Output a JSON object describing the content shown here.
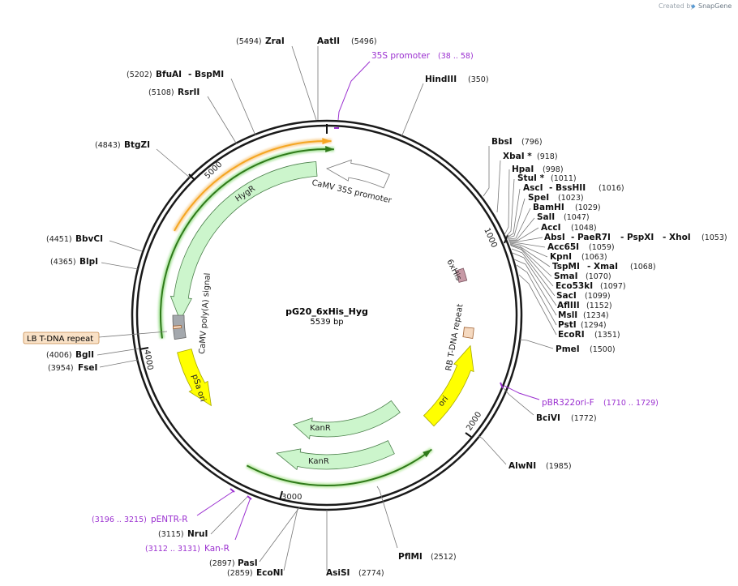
{
  "watermark": {
    "prefix": "Created by",
    "brand": "SnapGene"
  },
  "plasmid": {
    "name": "pG20_6xHis_Hyg",
    "length_label": "5539 bp",
    "length": 5539
  },
  "ticks": [
    "1000",
    "2000",
    "3000",
    "4000",
    "5000"
  ],
  "features": {
    "camv35s": "CaMV 35S promoter",
    "hygr": "HygR",
    "polya": "CaMV poly(A) signal",
    "psa": "pSa ori",
    "kanr1": "KanR",
    "kanr2": "KanR",
    "ori": "ori",
    "rb": "RB T-DNA repeat",
    "his": "6xHis",
    "lb": "LB T-DNA repeat"
  },
  "sites": [
    {
      "name": "ZraI",
      "pos": "(5494)"
    },
    {
      "name": "AatII",
      "pos": "(5496)"
    },
    {
      "name": "HindIII",
      "pos": "(350)"
    },
    {
      "name": "BfuAI",
      "name2": "BspMI",
      "pos": "(5202)"
    },
    {
      "name": "RsrII",
      "pos": "(5108)"
    },
    {
      "name": "BtgZI",
      "pos": "(4843)"
    },
    {
      "name": "BbsI",
      "pos": "(796)"
    },
    {
      "name": "XbaI *",
      "pos": "(918)"
    },
    {
      "name": "HpaI",
      "pos": "(998)"
    },
    {
      "name": "StuI *",
      "pos": "(1011)"
    },
    {
      "name": "AscI",
      "name2": "BssHII",
      "pos": "(1016)"
    },
    {
      "name": "SpeI",
      "pos": "(1023)"
    },
    {
      "name": "BamHI",
      "pos": "(1029)"
    },
    {
      "name": "SalI",
      "pos": "(1047)"
    },
    {
      "name": "AccI",
      "pos": "(1048)"
    },
    {
      "name": "AbsI",
      "name2": "PaeR7I",
      "name3": "PspXI",
      "name4": "XhoI",
      "pos": "(1053)"
    },
    {
      "name": "Acc65I",
      "pos": "(1059)"
    },
    {
      "name": "KpnI",
      "pos": "(1063)"
    },
    {
      "name": "TspMI",
      "name2": "XmaI",
      "pos": "(1068)"
    },
    {
      "name": "SmaI",
      "pos": "(1070)"
    },
    {
      "name": "Eco53kI",
      "pos": "(1097)"
    },
    {
      "name": "SacI",
      "pos": "(1099)"
    },
    {
      "name": "AflIII",
      "pos": "(1152)"
    },
    {
      "name": "MslI",
      "pos": "(1234)"
    },
    {
      "name": "PstI",
      "pos": "(1294)"
    },
    {
      "name": "EcoRI",
      "pos": "(1351)"
    },
    {
      "name": "PmeI",
      "pos": "(1500)"
    },
    {
      "name": "BciVI",
      "pos": "(1772)"
    },
    {
      "name": "AlwNI",
      "pos": "(1985)"
    },
    {
      "name": "PflMI",
      "pos": "(2512)"
    },
    {
      "name": "AsiSI",
      "pos": "(2774)"
    },
    {
      "name": "EcoNI",
      "pos": "(2859)"
    },
    {
      "name": "PasI",
      "pos": "(2897)"
    },
    {
      "name": "NruI",
      "pos": "(3115)"
    },
    {
      "name": "BbvCI",
      "pos": "(4451)"
    },
    {
      "name": "BlpI",
      "pos": "(4365)"
    },
    {
      "name": "BglI",
      "pos": "(4006)"
    },
    {
      "name": "FseI",
      "pos": "(3954)"
    }
  ],
  "primers": [
    {
      "name": "35S promoter",
      "range": "(38 .. 58)"
    },
    {
      "name": "pBR322ori-F",
      "range": "(1710 .. 1729)"
    },
    {
      "name": "pENTR-R",
      "range": "(3196 .. 3215)"
    },
    {
      "name": "Kan-R",
      "range": "(3112 .. 3131)"
    }
  ],
  "colors": {
    "backbone": "#1a1a1a",
    "hygr": "#ccf5cc",
    "kanr": "#ccf5cc",
    "ori": "#ffff00",
    "promoter": "#ffffff",
    "polya": "#a4a8ad",
    "repeat": "#f5d9c0",
    "his": "#c79aa6",
    "primer": "#9b30d0",
    "orange_orf": "#f5a623",
    "green_orf": "#2f7a1a"
  }
}
